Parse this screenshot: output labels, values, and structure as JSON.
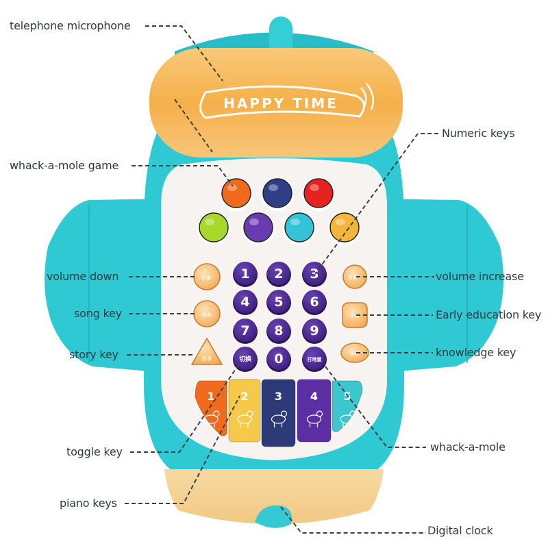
{
  "product": {
    "brand_text": "HAPPY TIME",
    "colors": {
      "teal": "#2ec9d3",
      "teal_dark": "#1fb4be",
      "orange_handset": "#f6b24e",
      "cream_base": "#f7d9a0",
      "purple_key": "#4b2a8f",
      "peach_key": "#f8c07a",
      "label_text": "#2f3b3d"
    },
    "whack_balls": [
      {
        "color": "#f26a1b"
      },
      {
        "color": "#2f3f86"
      },
      {
        "color": "#e8231f"
      },
      {
        "color": "#a8d82a"
      },
      {
        "color": "#6a3bb0"
      },
      {
        "color": "#35c4d6"
      },
      {
        "color": "#f5b53b"
      }
    ],
    "numeric_keys": [
      "1",
      "2",
      "3",
      "4",
      "5",
      "6",
      "7",
      "8",
      "9",
      "切换",
      "0",
      "打地鼠"
    ],
    "side_keys_left": [
      "音量-",
      "歌曲",
      "故事"
    ],
    "side_keys_right": [
      "音量+",
      "早教",
      "知识"
    ],
    "piano_keys": [
      {
        "num": "1",
        "animal": "cat",
        "color": "#f26a1b"
      },
      {
        "num": "2",
        "animal": "duck",
        "color": "#f7c94a"
      },
      {
        "num": "3",
        "animal": "dog",
        "color": "#2c3a78"
      },
      {
        "num": "4",
        "animal": "goat",
        "color": "#5b2fa3"
      },
      {
        "num": "5",
        "animal": "horse",
        "color": "#3cc6d0"
      }
    ]
  },
  "labels": {
    "telephone_microphone": "telephone microphone",
    "whack_a_mole_game": "whack-a-mole game",
    "numeric_keys": "Numeric keys",
    "volume_down": "volume down",
    "volume_increase": "volume increase",
    "song_key": "song key",
    "early_education_key": "Early education key",
    "story_key": "story key",
    "knowledge_key": "knowledge key",
    "toggle_key": "toggle key",
    "whack_a_mole": "whack-a-mole",
    "piano_keys": "piano keys",
    "digital_clock": "Digital clock"
  }
}
